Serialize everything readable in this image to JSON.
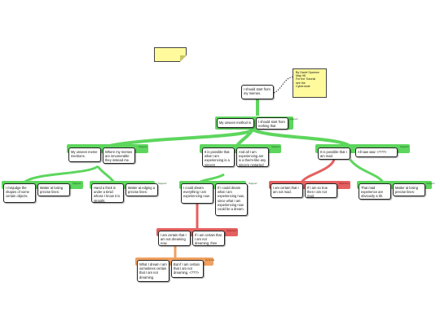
{
  "title_note": {
    "text": ""
  },
  "attribution_note": {
    "lines": [
      "By David Sparrow",
      "",
      "Map 98",
      "For the Tutorial",
      "see the",
      "Cyberdude"
    ]
  },
  "root": {
    "text": "I should start from my memes."
  },
  "level1": {
    "text": "My unseen method is",
    "side_text": "I should start from nothing that replaces me.",
    "tag": "Support"
  },
  "groups": [
    {
      "text": "My unseen meme mentions.",
      "side_text": "Where my memes are innumerable they instead me.",
      "tag": "Support"
    },
    {
      "text": "It is possible that what I am experiencing is a sincere",
      "side_text": "And all I am experiencing are is a therm-like any sincere restarted me.",
      "tag": "Support"
    },
    {
      "text": "It is possible that I am mad.",
      "side_text": "All saw saw: <???>",
      "tag": "Support"
    }
  ],
  "leaves": [
    {
      "text": "I misjudge the shapes of some certain objects.",
      "side_text": "Matter at losing precise lines:",
      "tag": "Support"
    },
    {
      "text": "Hand a thick is under a timid whose I know it is straight.",
      "side_text": "Matter at edging a precise lines:",
      "tag": "Support"
    },
    {
      "text": "I could dream everything I am experiencing now.",
      "side_text": "If I could dream what I am experiencing now, since what I am experiencing now could be a dream.",
      "tag": "Support"
    },
    {
      "text": "I am certain that I am not mad.",
      "side_text": "If I am so true then I am not mad.",
      "tag": "Objection"
    },
    {
      "text": "That mad experience are obviously a tilt.",
      "side_text": "Matter at losing precise lines:",
      "tag": "Support"
    }
  ],
  "objection": {
    "text": "I am certain that I am not dreaming now.",
    "side_text": "If I am certain that I am not dreaming, then <???>",
    "tag": "Objection"
  },
  "rebuttal": {
    "text": "What I dream I am sometimes certain that I am not dreaming.",
    "side_text": "But if I am certain that I am not dreaming, <???>",
    "tag": "Rebuttal"
  },
  "colors": {
    "support": "#5dd65d",
    "objection": "#e56060",
    "rebuttal": "#f0a060",
    "sticky": "#fffb9c"
  }
}
